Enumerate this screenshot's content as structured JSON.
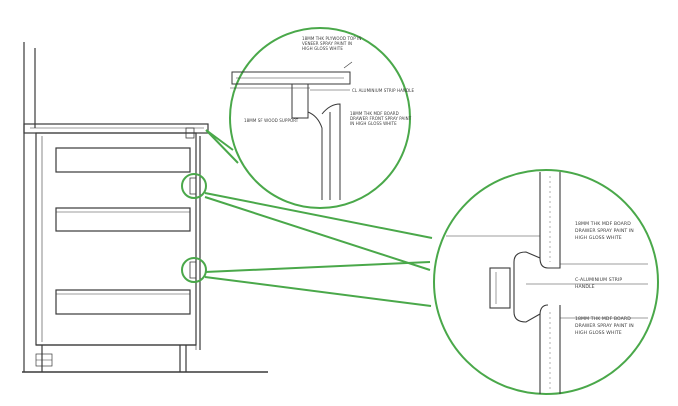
{
  "colors": {
    "callout": "#4aa84a",
    "line": "#3a3a3a",
    "background": "#ffffff"
  },
  "detail_top": {
    "note_top": [
      "18MM THK PLYWOOD TOP IN",
      "VENEER SPRAY PAINT IN",
      "HIGH GLOSS WHITE"
    ],
    "note_handle": [
      "CL ALUMINIUM STRIP HANDLE"
    ],
    "note_support": [
      "18MM SF WOOD SUPPORT"
    ],
    "note_board": [
      "18MM THK MDF BOARD",
      "DRAWER FRONT SPRAY PAINT",
      "IN HIGH GLOSS WHITE"
    ]
  },
  "detail_side": {
    "note_upper": [
      "18MM THK MDF BOARD",
      "DRAWER SPRAY PAINT IN",
      "HIGH GLOSS WHITE"
    ],
    "note_handle": [
      "C-ALUMINIUM STRIP",
      "HANDLE"
    ],
    "note_lower": [
      "18MM THK MDF BOARD",
      "DRAWER SPRAY PAINT IN",
      "HIGH GLOSS WHITE"
    ]
  }
}
